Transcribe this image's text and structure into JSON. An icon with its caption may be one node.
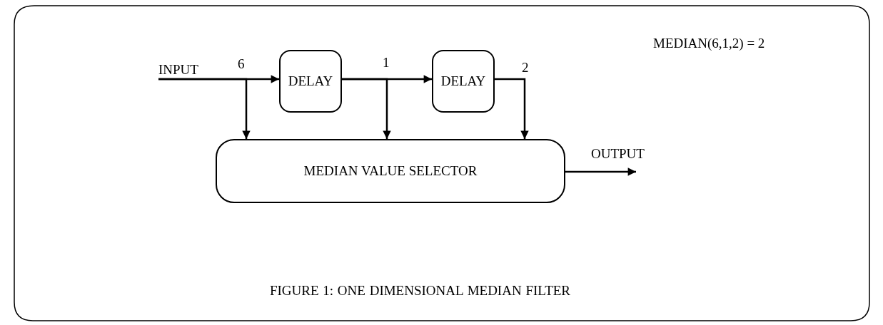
{
  "diagram": {
    "caption": "FIGURE 1: ONE DIMENSIONAL MEDIAN FILTER",
    "nodes": [
      {
        "text": [
          "DELAY"
        ]
      },
      {
        "text": [
          "DELAY"
        ]
      },
      {
        "text": [
          "MEDIAN VALUE SELECTOR"
        ]
      }
    ],
    "edges": [
      {
        "from": null,
        "to": 0,
        "arrow": "to",
        "label": "INPUT"
      },
      {
        "from": null,
        "to": 2,
        "arrow": "to"
      },
      {
        "from": 0,
        "to": 1,
        "arrow": "to"
      },
      {
        "from": 0,
        "to": 2,
        "arrow": "to"
      },
      {
        "from": 1,
        "to": 2,
        "arrow": "to"
      },
      {
        "from": 2,
        "to": null,
        "arrow": "to",
        "label": "OUTPUT"
      }
    ],
    "labels": [
      "MEDIAN(6,1,2) = 2",
      "6",
      "1",
      "2"
    ]
  }
}
